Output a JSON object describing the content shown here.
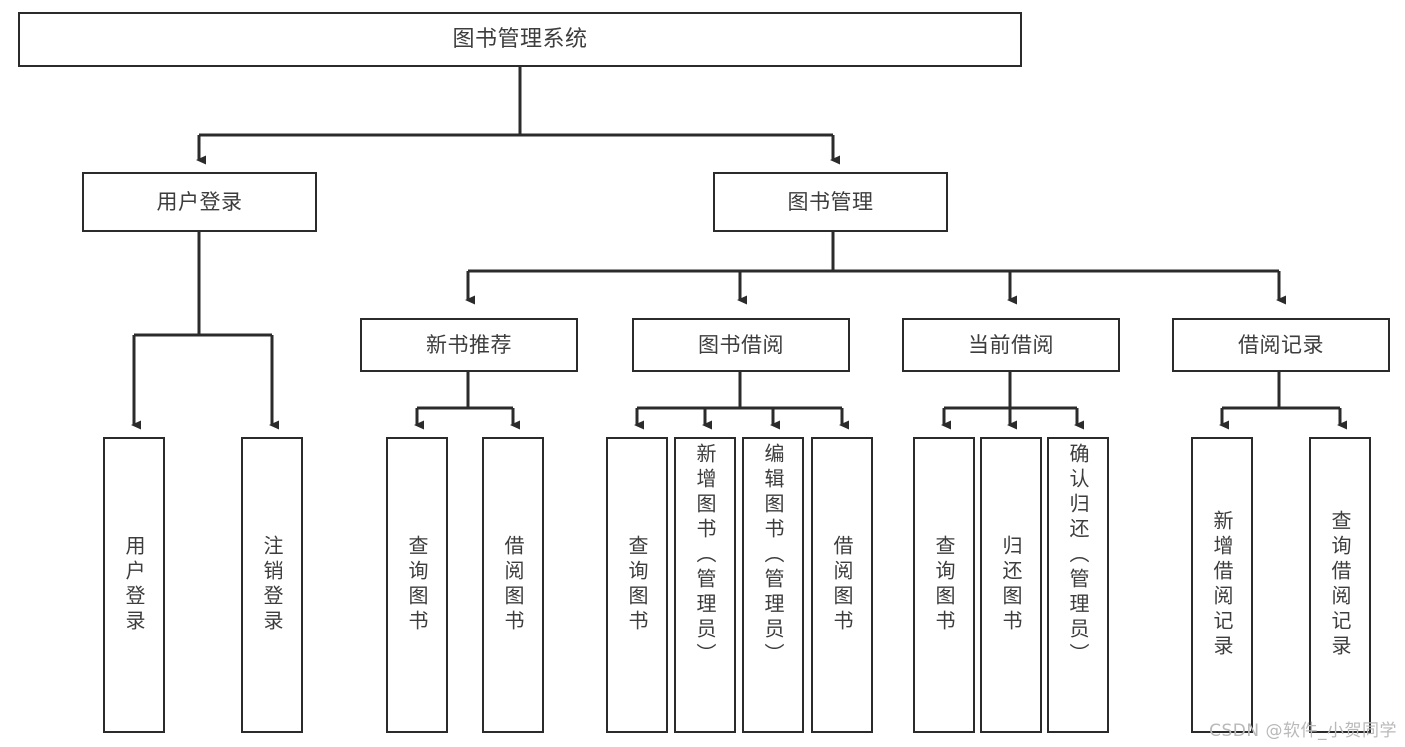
{
  "diagram": {
    "title": "图书管理系统",
    "type": "tree-hierarchy",
    "watermark": "CSDN @软件_小贺同学",
    "colors": {
      "box_border": "#2b2b2b",
      "box_fill": "#ffffff",
      "text": "#3d3d3d",
      "connector": "#2b2b2b",
      "watermark": "#b9b9b9"
    },
    "root": {
      "label": "图书管理系统"
    },
    "level2": [
      {
        "label": "用户登录"
      },
      {
        "label": "图书管理"
      }
    ],
    "level3": [
      {
        "label": "新书推荐"
      },
      {
        "label": "图书借阅"
      },
      {
        "label": "当前借阅"
      },
      {
        "label": "借阅记录"
      }
    ],
    "leaves": [
      {
        "label": "用户登录",
        "parent": "用户登录"
      },
      {
        "label": "注销登录",
        "parent": "用户登录"
      },
      {
        "label": "查询图书",
        "parent": "新书推荐"
      },
      {
        "label": "借阅图书",
        "parent": "新书推荐"
      },
      {
        "label": "查询图书",
        "parent": "图书借阅"
      },
      {
        "label": "新增图书（管理员）",
        "parent": "图书借阅"
      },
      {
        "label": "编辑图书（管理员）",
        "parent": "图书借阅"
      },
      {
        "label": "借阅图书",
        "parent": "图书借阅"
      },
      {
        "label": "查询图书",
        "parent": "当前借阅"
      },
      {
        "label": "归还图书",
        "parent": "当前借阅"
      },
      {
        "label": "确认归还（管理员）",
        "parent": "当前借阅"
      },
      {
        "label": "新增借阅记录",
        "parent": "借阅记录"
      },
      {
        "label": "查询借阅记录",
        "parent": "借阅记录"
      }
    ]
  }
}
